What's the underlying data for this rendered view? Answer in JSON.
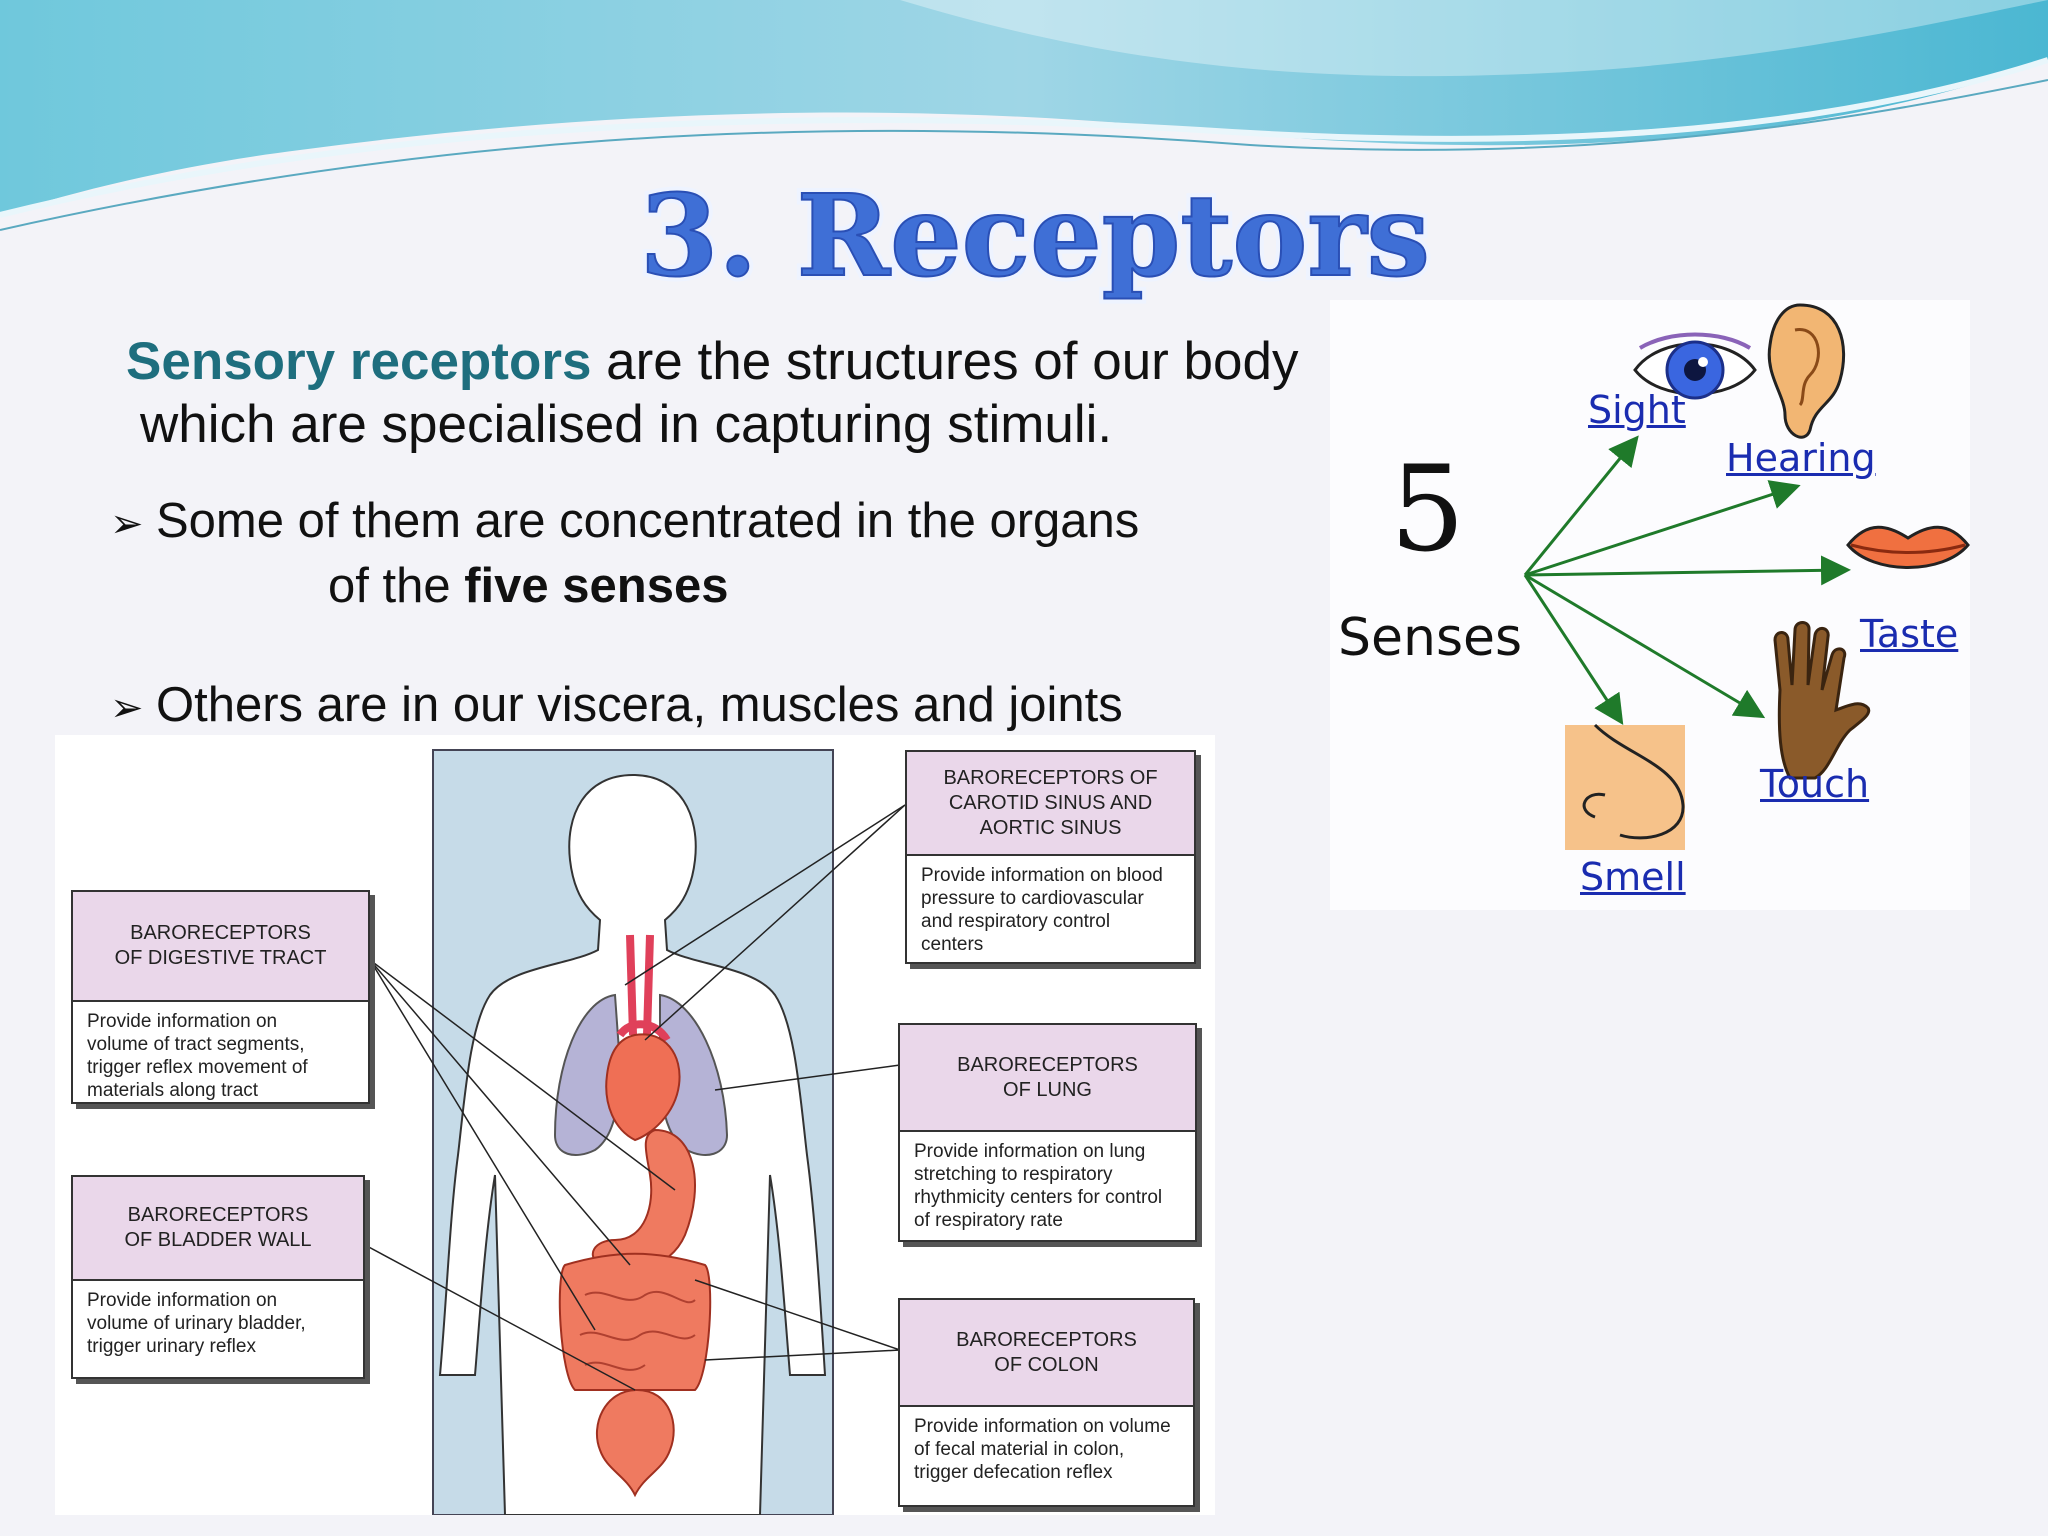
{
  "slide": {
    "title": "3. Receptors",
    "intro": {
      "highlight": "Sensory receptors",
      "line1_rest": " are the structures of our body",
      "line2": "which are specialised in capturing stimuli."
    },
    "bullets": {
      "b1_line1": "Some of them are concentrated in the organs",
      "b1_line2_pre": "of the ",
      "b1_line2_bold": "five senses",
      "b2": "Others are in our viscera, muscles and joints"
    }
  },
  "senses": {
    "number": "5",
    "word": "Senses",
    "labels": {
      "sight": "Sight",
      "hearing": "Hearing",
      "taste": "Taste",
      "touch": "Touch",
      "smell": "Smell"
    }
  },
  "baroreceptors": {
    "digestive": {
      "head": "BARORECEPTORS\nOF DIGESTIVE TRACT",
      "body": "Provide information on\nvolume of tract segments,\ntrigger reflex movement of\nmaterials along tract"
    },
    "bladder": {
      "head": "BARORECEPTORS\nOF BLADDER WALL",
      "body": "Provide information on\nvolume of urinary bladder,\ntrigger urinary reflex"
    },
    "carotid": {
      "head": "BARORECEPTORS OF\nCAROTID SINUS AND\nAORTIC SINUS",
      "body": "Provide information on blood\npressure to cardiovascular\nand respiratory control\ncenters"
    },
    "lung": {
      "head": "BARORECEPTORS\nOF LUNG",
      "body": "Provide information on lung\nstretching to respiratory\nrhythmicity centers for control\nof respiratory rate"
    },
    "colon": {
      "head": "BARORECEPTORS\nOF COLON",
      "body": "Provide information on volume\nof fecal material in colon,\ntrigger defecation reflex"
    }
  },
  "colors": {
    "title_fill": "#3f6fd6",
    "highlight": "#1e6e7e",
    "sense_label": "#1a2cb0",
    "box_head": "#ead7ea",
    "arrow": "#1f7a2a"
  }
}
